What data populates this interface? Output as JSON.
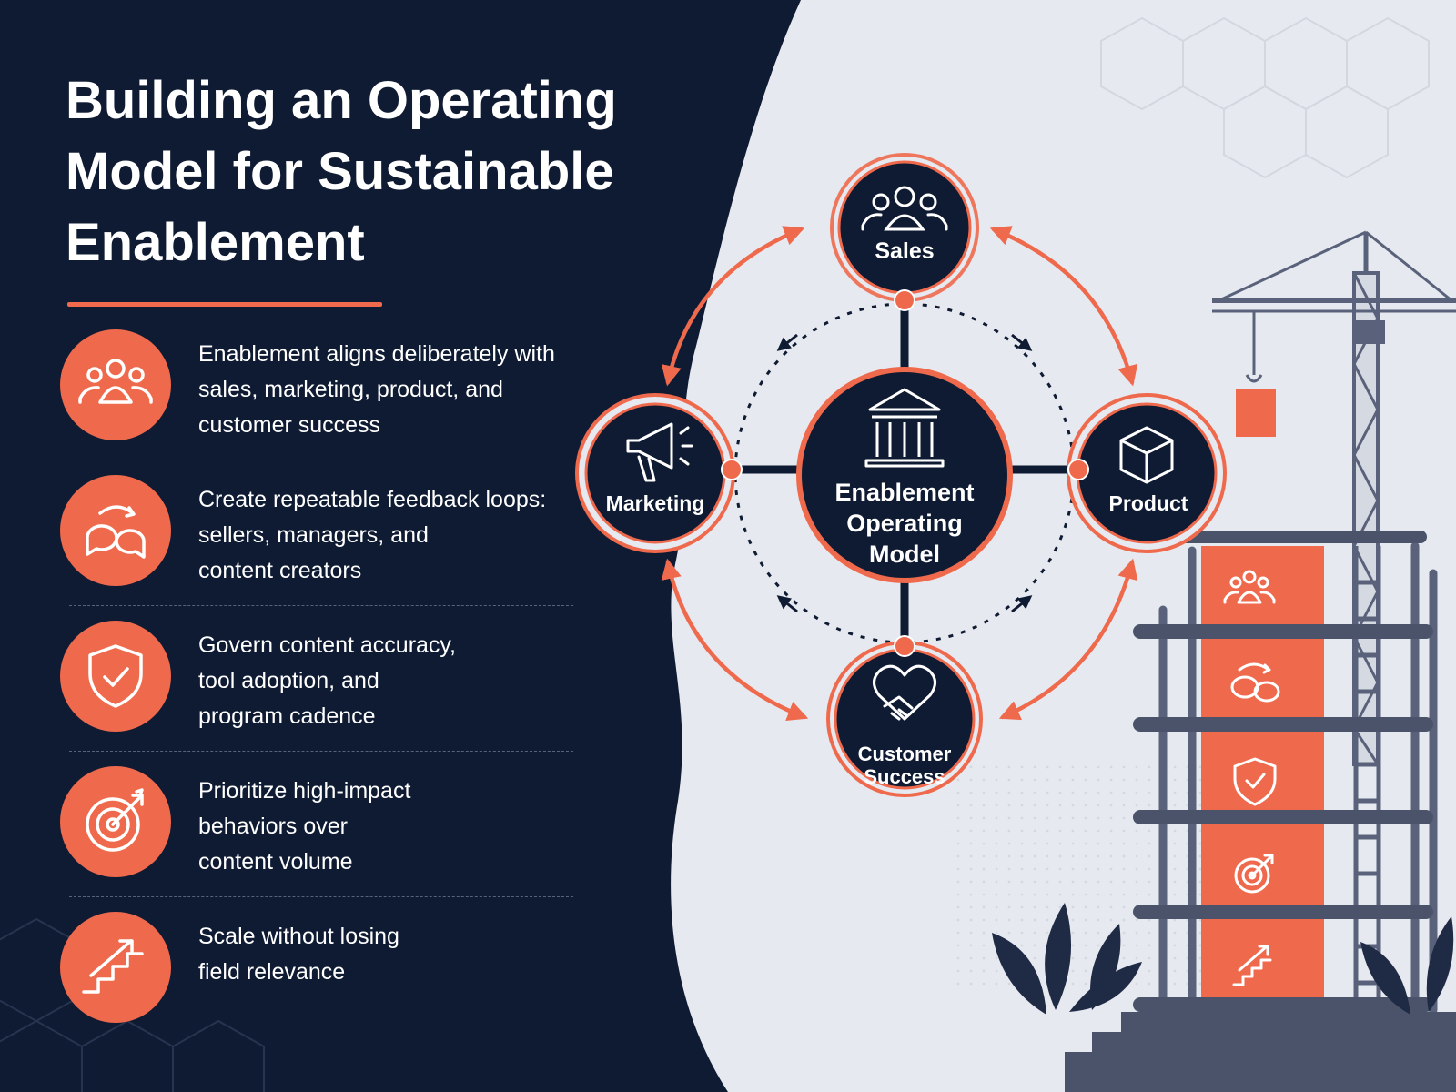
{
  "title_lines": [
    "Building an Operating",
    "Model for Sustainable",
    "Enablement"
  ],
  "features": [
    {
      "icon": "team-icon",
      "lines": [
        "Enablement aligns deliberately with",
        "sales, marketing, product, and",
        "customer success"
      ]
    },
    {
      "icon": "feedback-loop-icon",
      "lines": [
        "Create repeatable feedback loops:",
        "sellers, managers, and",
        "content creators"
      ]
    },
    {
      "icon": "shield-check-icon",
      "lines": [
        "Govern content accuracy,",
        "tool adoption, and",
        "program cadence"
      ]
    },
    {
      "icon": "target-icon",
      "lines": [
        "Prioritize high-impact",
        "behaviors over",
        "content volume"
      ]
    },
    {
      "icon": "growth-stairs-icon",
      "lines": [
        "Scale without losing",
        "field relevance"
      ]
    }
  ],
  "diagram": {
    "center": {
      "lines": [
        "Enablement",
        "Operating",
        "Model"
      ],
      "icon": "institution-icon"
    },
    "nodes": {
      "sales": {
        "label": "Sales",
        "icon": "team-icon"
      },
      "marketing": {
        "label": "Marketing",
        "icon": "megaphone-icon"
      },
      "product": {
        "label": "Product",
        "icon": "cube-icon"
      },
      "customer_success": {
        "lines": [
          "Customer",
          "Success"
        ],
        "icon": "handshake-heart-icon"
      }
    }
  },
  "colors": {
    "navy": "#0f1b33",
    "accent": "#ef6a4d",
    "panel": "#e6e9ef",
    "steel": "#59627a"
  }
}
